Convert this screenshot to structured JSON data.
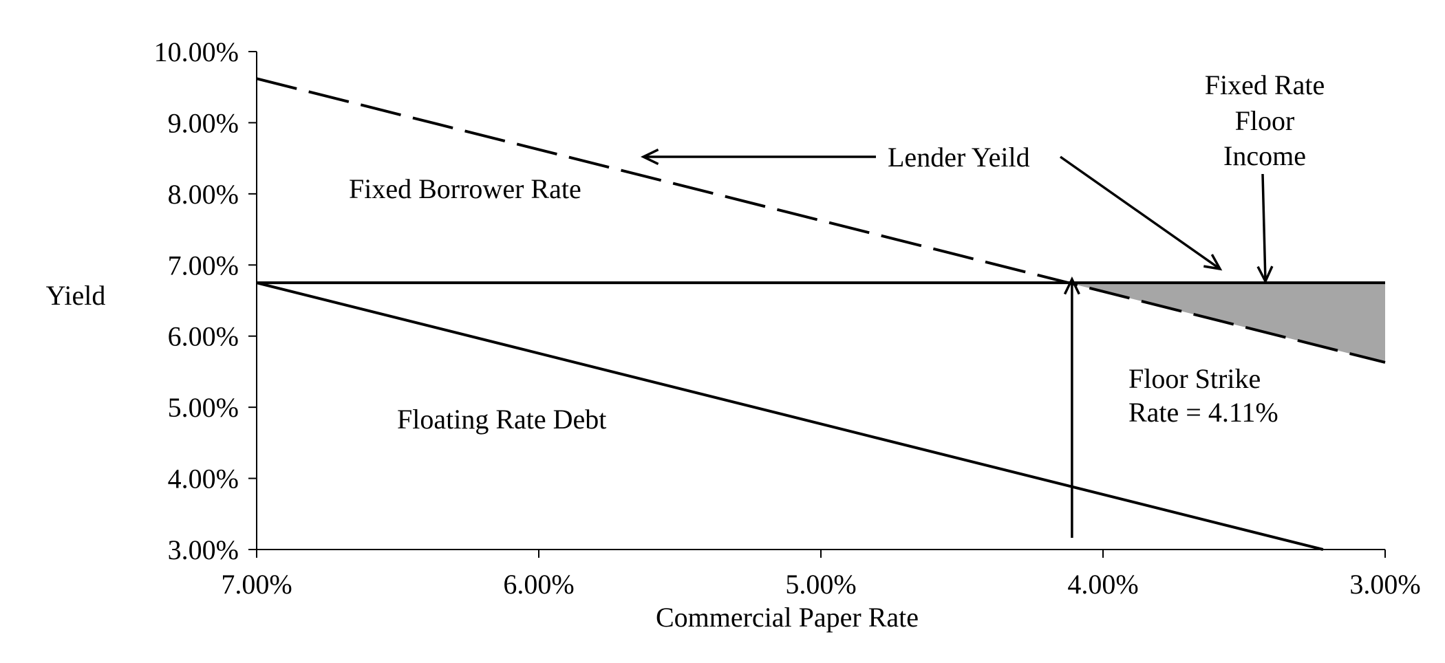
{
  "chart_data": {
    "type": "line",
    "title": "",
    "xlabel": "Commercial Paper Rate",
    "ylabel": "Yield",
    "xlim": [
      7.0,
      3.0
    ],
    "ylim": [
      3.0,
      10.0
    ],
    "x_reversed": true,
    "grid": false,
    "x_ticks": [
      7,
      6,
      5,
      4,
      3
    ],
    "x_tick_labels": [
      "7.00%",
      "6.00%",
      "5.00%",
      "4.00%",
      "3.00%"
    ],
    "y_ticks": [
      3,
      4,
      5,
      6,
      7,
      8,
      9,
      10
    ],
    "y_tick_labels": [
      "3.00%",
      "4.00%",
      "5.00%",
      "6.00%",
      "7.00%",
      "8.00%",
      "9.00%",
      "10.00%"
    ],
    "series": [
      {
        "style": "dashed",
        "points": [
          [
            7.0,
            9.62
          ],
          [
            3.0,
            5.63
          ]
        ]
      },
      {
        "style": "solid",
        "points": [
          [
            7.0,
            6.75
          ],
          [
            3.0,
            6.75
          ]
        ]
      },
      {
        "style": "solid",
        "points": [
          [
            7.0,
            6.75
          ],
          [
            3.22,
            3.0
          ]
        ]
      }
    ],
    "shaded_region": {
      "x_from": 4.11,
      "x_to": 3.0,
      "color": "#a6a6a6"
    },
    "annotations": {
      "fixed_borrower": "Fixed Borrower Rate",
      "floating_debt": "Floating Rate Debt",
      "lender_yield": "Lender Yeild",
      "fixed_floor_income": [
        "Fixed Rate",
        "Floor",
        "Income"
      ],
      "floor_strike": [
        "Floor Strike",
        "Rate = 4.11%"
      ]
    },
    "floor_strike_x": 4.11,
    "colors": {
      "line": "#000000",
      "fill": "#a6a6a6"
    }
  }
}
